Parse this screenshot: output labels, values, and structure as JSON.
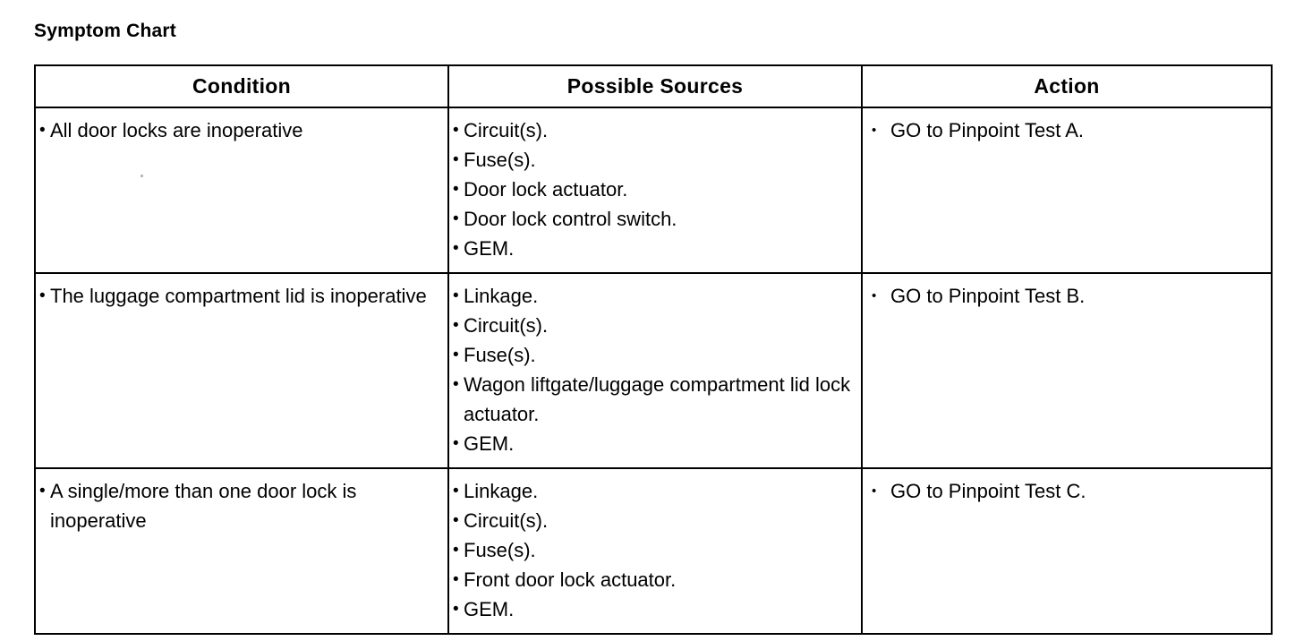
{
  "page": {
    "title": "Symptom Chart"
  },
  "table": {
    "headers": [
      "Condition",
      "Possible Sources",
      "Action"
    ],
    "rows": [
      {
        "condition": [
          "All door locks are inoperative"
        ],
        "possible_sources": [
          "Circuit(s).",
          "Fuse(s).",
          "Door lock actuator.",
          "Door lock control switch.",
          "GEM."
        ],
        "action": [
          "GO to Pinpoint Test A."
        ]
      },
      {
        "condition": [
          "The luggage compartment lid is inoperative"
        ],
        "possible_sources": [
          "Linkage.",
          "Circuit(s).",
          "Fuse(s).",
          "Wagon liftgate/luggage compartment lid lock actuator.",
          "GEM."
        ],
        "action": [
          "GO to Pinpoint Test B."
        ]
      },
      {
        "condition": [
          "A single/more than one door lock is inoperative"
        ],
        "possible_sources": [
          "Linkage.",
          "Circuit(s).",
          "Fuse(s).",
          "Front door lock actuator.",
          "GEM."
        ],
        "action": [
          "GO to Pinpoint Test C."
        ]
      }
    ]
  },
  "colors": {
    "ink": "#000000",
    "paper": "#ffffff"
  }
}
